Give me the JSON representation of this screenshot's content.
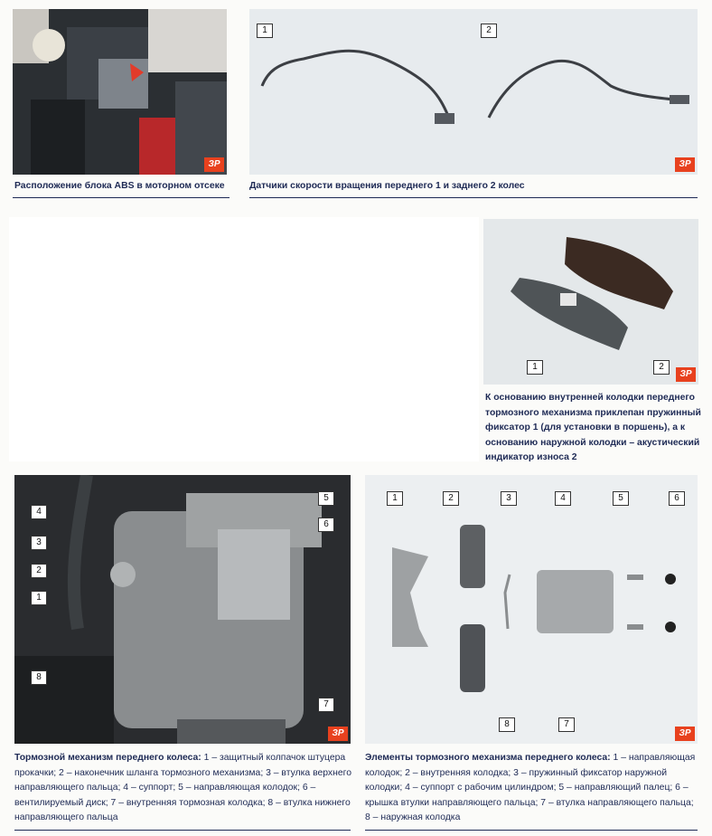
{
  "logo_text": "ЗР",
  "photo1": {
    "caption": "Расположение блока ABS в моторном отсеке"
  },
  "photo2": {
    "caption": "Датчики скорости вращения переднего 1 и заднего 2 колес",
    "callouts": [
      "1",
      "2"
    ]
  },
  "photo3": {
    "caption": "К основанию внутренней колодки переднего тормозного механизма приклепан пружинный фиксатор 1 (для установки в поршень), а к основанию наружной колодки – акустический индикатор износа 2",
    "callouts": [
      "1",
      "2"
    ]
  },
  "photo4": {
    "caption_bold": "Тормозной механизм переднего колеса:",
    "caption_rest": " 1 – защитный колпачок штуцера прокачки; 2 – наконечник шланга тормозного механизма; 3 – втулка верхнего направляющего пальца; 4 – суппорт; 5 – направляющая колодок; 6 – вентилируемый диск; 7 – внутренняя тормозная колодка; 8 – втулка нижнего направляющего пальца",
    "callouts": [
      "1",
      "2",
      "3",
      "4",
      "5",
      "6",
      "7",
      "8"
    ]
  },
  "photo5": {
    "caption_bold": "Элементы тормозного механизма переднего колеса:",
    "caption_rest": " 1 – направляющая колодок; 2 – внутренняя колодка; 3 – пружинный фиксатор наружной колодки; 4 – суппорт с рабочим цилиндром; 5 – направляющий палец; 6 – крышка втулки направляющего пальца; 7 – втулка направляющего пальца; 8 – наружная колодка",
    "callouts": [
      "1",
      "2",
      "3",
      "4",
      "5",
      "6",
      "7",
      "8"
    ]
  },
  "colors": {
    "caption_text": "#1e2a55",
    "logo_bg": "#e8411e"
  }
}
